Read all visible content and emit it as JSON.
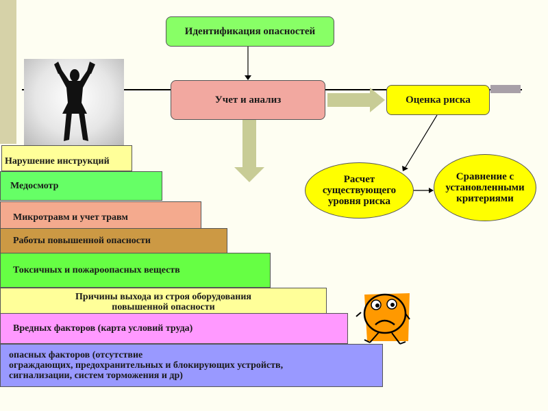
{
  "top_box": "Идентификация опасностей",
  "analysis_box": "Учет и анализ",
  "risk_box": "Оценка риска",
  "ellipse_calc": [
    "Расчет",
    "существующего",
    "уровня риска"
  ],
  "ellipse_compare": [
    "Сравнение с",
    "установленными",
    "критериями"
  ],
  "steps": [
    {
      "lines": [
        "Нарушение инструкций"
      ],
      "color": "#ffff99"
    },
    {
      "lines": [
        "Медосмотр"
      ],
      "color": "#66ff66"
    },
    {
      "lines": [
        "Микротравм и учет травм"
      ],
      "color": "#f4aa8e"
    },
    {
      "lines": [
        "Работы повышенной опасности"
      ],
      "color": "#cc9944"
    },
    {
      "lines": [
        "Токсичных и пожароопасных веществ"
      ],
      "color": "#66ff44"
    },
    {
      "lines": [
        "Причины выхода из строя оборудования",
        "повышенной опасности"
      ],
      "color": "#ffff99"
    },
    {
      "lines": [
        "Вредных факторов (карта условий труда)"
      ],
      "color": "#ff99ff"
    },
    {
      "lines": [
        "опасных факторов (отсутствие",
        "ограждающих, предохранительных и блокирующих устройств,",
        "сигнализации, систем торможения и др)"
      ],
      "color": "#9999ff"
    }
  ],
  "colors": {
    "top_box": "#88ff66",
    "analysis_box": "#f2a8a0",
    "risk_box": "#ffff00",
    "arrow": "#c8cc96"
  },
  "icons": [
    "person-silhouette-icon",
    "sad-face-icon"
  ]
}
